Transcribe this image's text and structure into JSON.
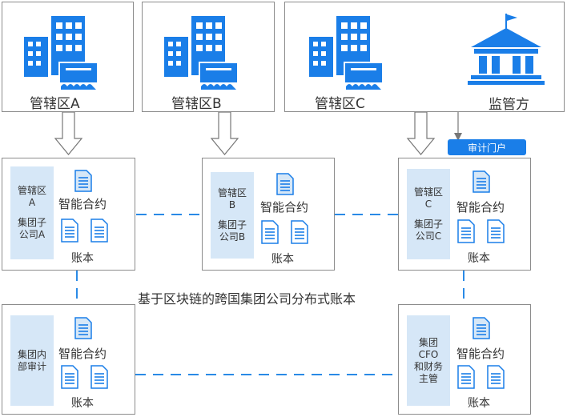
{
  "top": {
    "region_a": "管辖区A",
    "region_b": "管辖区B",
    "region_c": "管辖区C",
    "regulator": "监管方"
  },
  "portal_label": "审计门户",
  "center_title": "基于区块链的跨国集团公司分布式账本",
  "node_a": {
    "panel_lines": [
      "管辖区",
      "A",
      "集团子",
      "公司A"
    ],
    "contract": "智能合约",
    "ledger": "账本"
  },
  "node_b": {
    "panel_lines": [
      "管辖区",
      "B",
      "集团子",
      "公司B"
    ],
    "contract": "智能合约",
    "ledger": "账本"
  },
  "node_c": {
    "panel_lines": [
      "管辖区",
      "C",
      "集团子",
      "公司C"
    ],
    "contract": "智能合约",
    "ledger": "账本"
  },
  "node_audit": {
    "panel_lines": [
      "集团内",
      "部审计"
    ],
    "contract": "智能合约",
    "ledger": "账本"
  },
  "node_cfo": {
    "panel_lines": [
      "集团",
      "CFO",
      "和财务",
      "主管"
    ],
    "contract": "智能合约",
    "ledger": "账本"
  },
  "colors": {
    "accent": "#1a7ee8",
    "panel": "#d6e7f7",
    "dash": "#2a8ae6",
    "building": "#1a7ee8"
  }
}
